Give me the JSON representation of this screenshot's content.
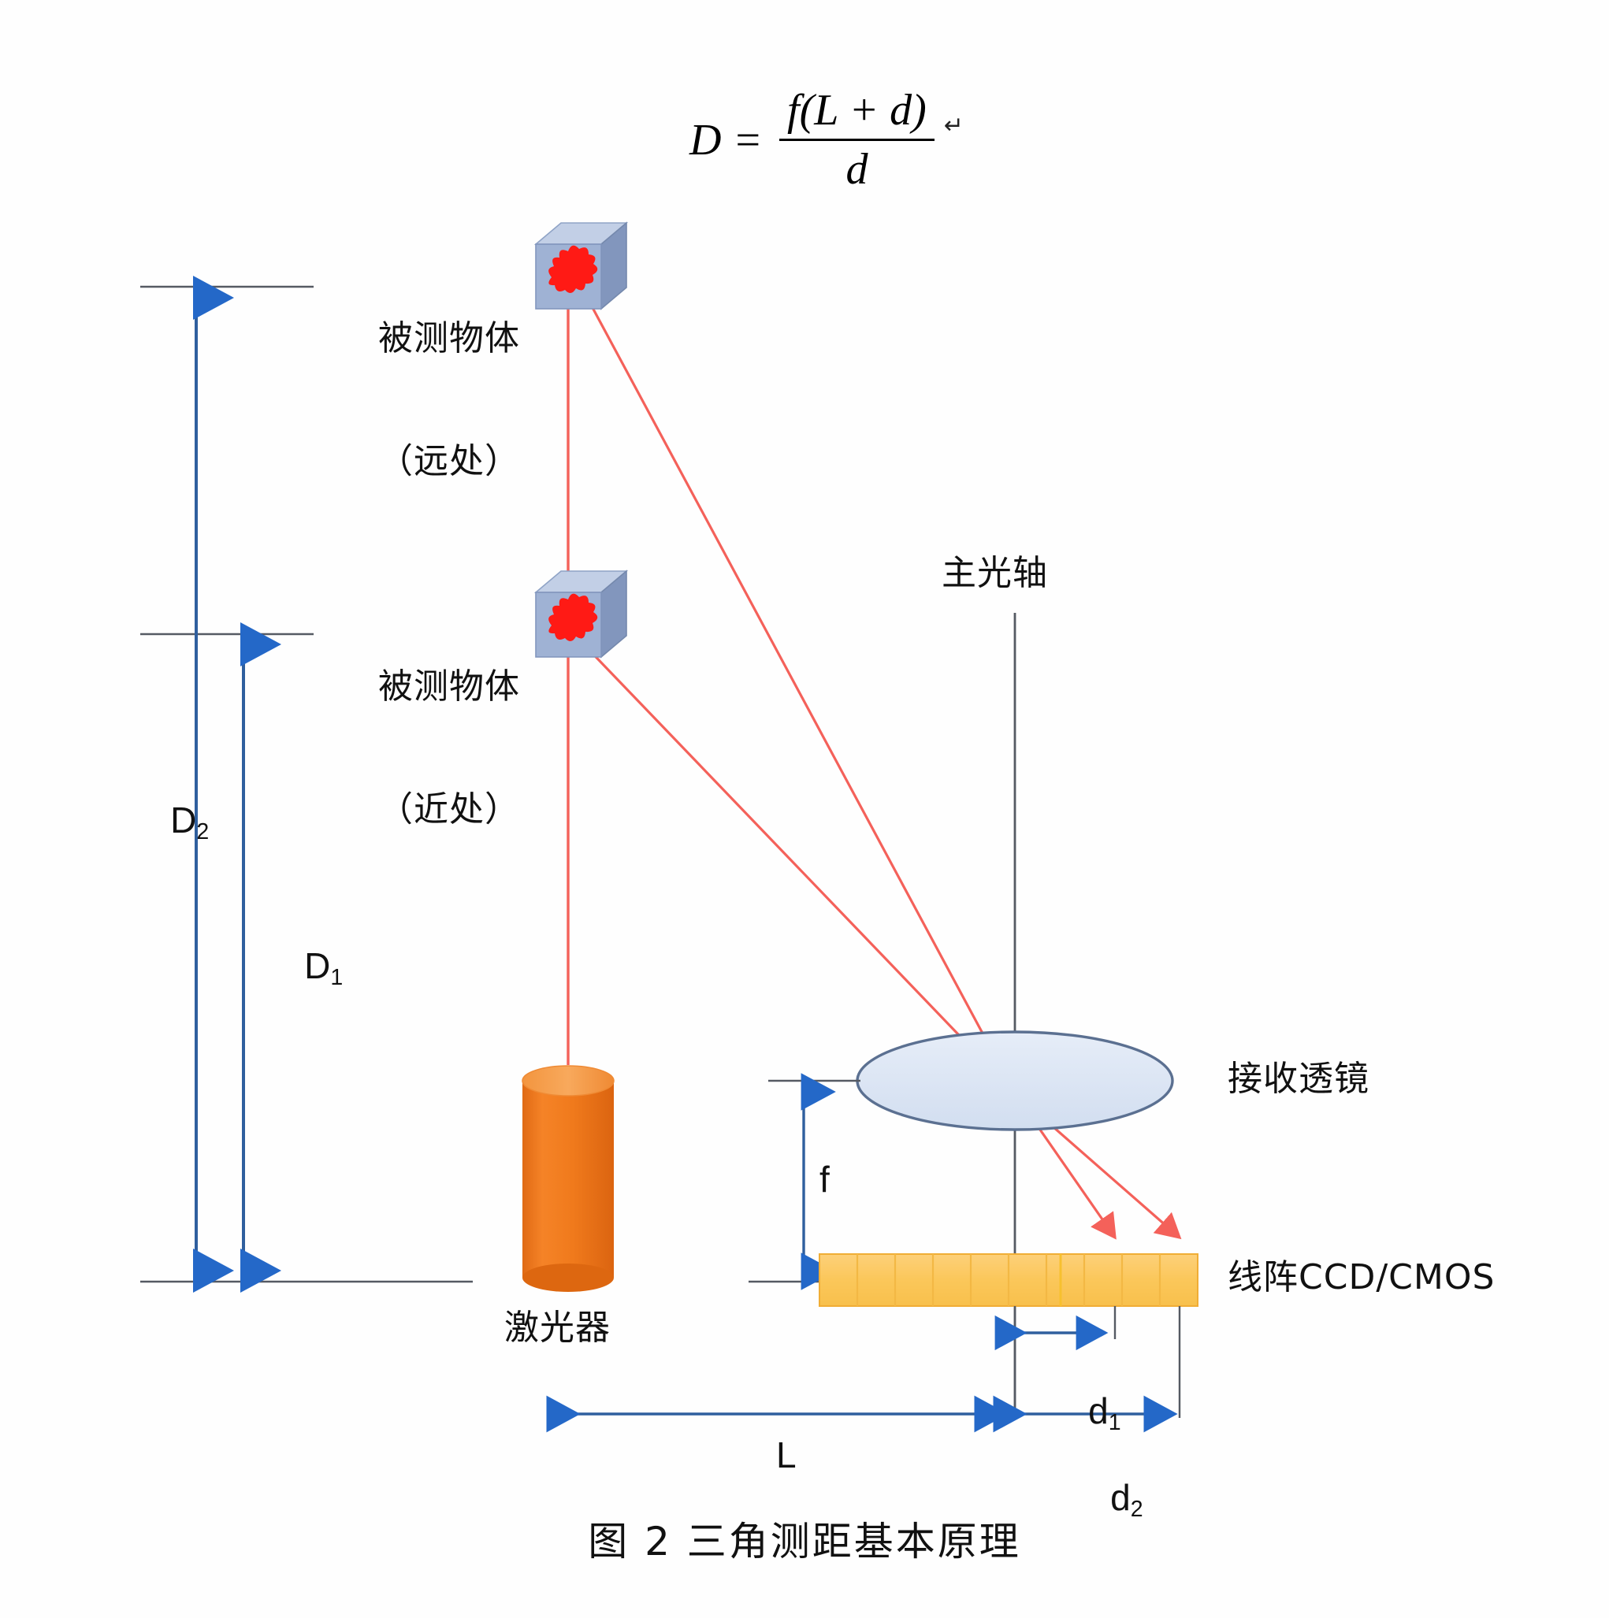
{
  "figure": {
    "caption": "图 2 三角测距基本原理",
    "formula": {
      "lhs": "D",
      "equals": "=",
      "numerator": "f(L + d)",
      "denominator": "d",
      "mark": "↵"
    }
  },
  "labels": {
    "object_far": "被测物体\n（远处）",
    "object_far_line1": "被测物体",
    "object_far_line2": "（远处）",
    "object_near_line1": "被测物体",
    "object_near_line2": "（近处）",
    "optical_axis": "主光轴",
    "receiving_lens": "接收透镜",
    "sensor": "线阵CCD/CMOS",
    "laser": "激光器"
  },
  "dimensions": {
    "D2": "D",
    "D2_sub": "2",
    "D1": "D",
    "D1_sub": "1",
    "f": "f",
    "L": "L",
    "d1": "d",
    "d1_sub": "1",
    "d2": "d",
    "d2_sub": "2"
  },
  "colors": {
    "dimension_blue": "#2f5f9e",
    "arrow_blue": "#2468c8",
    "laser_red": "#f4615a",
    "laser_spot_red": "#ff1a15",
    "laser_body_orange": "#ef7722",
    "laser_top_orange": "#f5a04a",
    "sensor_yellow": "#fbc85a",
    "sensor_border": "#f0ad35",
    "lens_fill": "#dce6f4",
    "lens_stroke": "#5b7091",
    "cube_face": "#9fb2d4",
    "cube_top": "#c2cfe6",
    "cube_side": "#8296bd",
    "axis_gray": "#555a63"
  }
}
